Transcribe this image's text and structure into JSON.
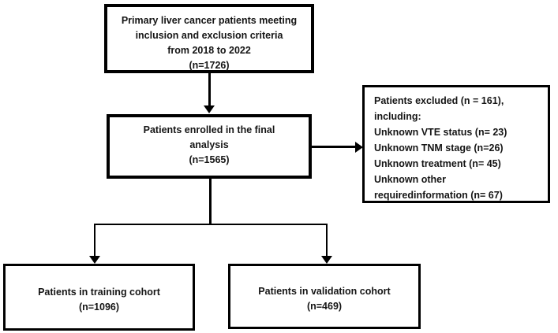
{
  "flowchart": {
    "boxes": {
      "primary": {
        "lines": [
          "Primary liver cancer patients meeting",
          "inclusion and exclusion criteria",
          "from 2018 to 2022",
          "(n=1726)"
        ]
      },
      "enrolled": {
        "lines": [
          "Patients enrolled in the final",
          "analysis",
          "(n=1565)"
        ]
      },
      "excluded": {
        "lines": [
          "Patients excluded (n = 161),",
          "including:",
          "Unknown VTE status (n= 23)",
          "Unknown TNM stage (n=26)",
          "Unknown treatment (n= 45)",
          "Unknown other",
          "requiredinformation (n= 67)"
        ]
      },
      "training": {
        "lines": [
          "Patients in training cohort",
          "(n=1096)"
        ]
      },
      "validation": {
        "lines": [
          "Patients in validation cohort",
          "(n=469)"
        ]
      }
    },
    "colors": {
      "border": "#000000",
      "text": "#151515",
      "background": "#ffffff"
    }
  }
}
